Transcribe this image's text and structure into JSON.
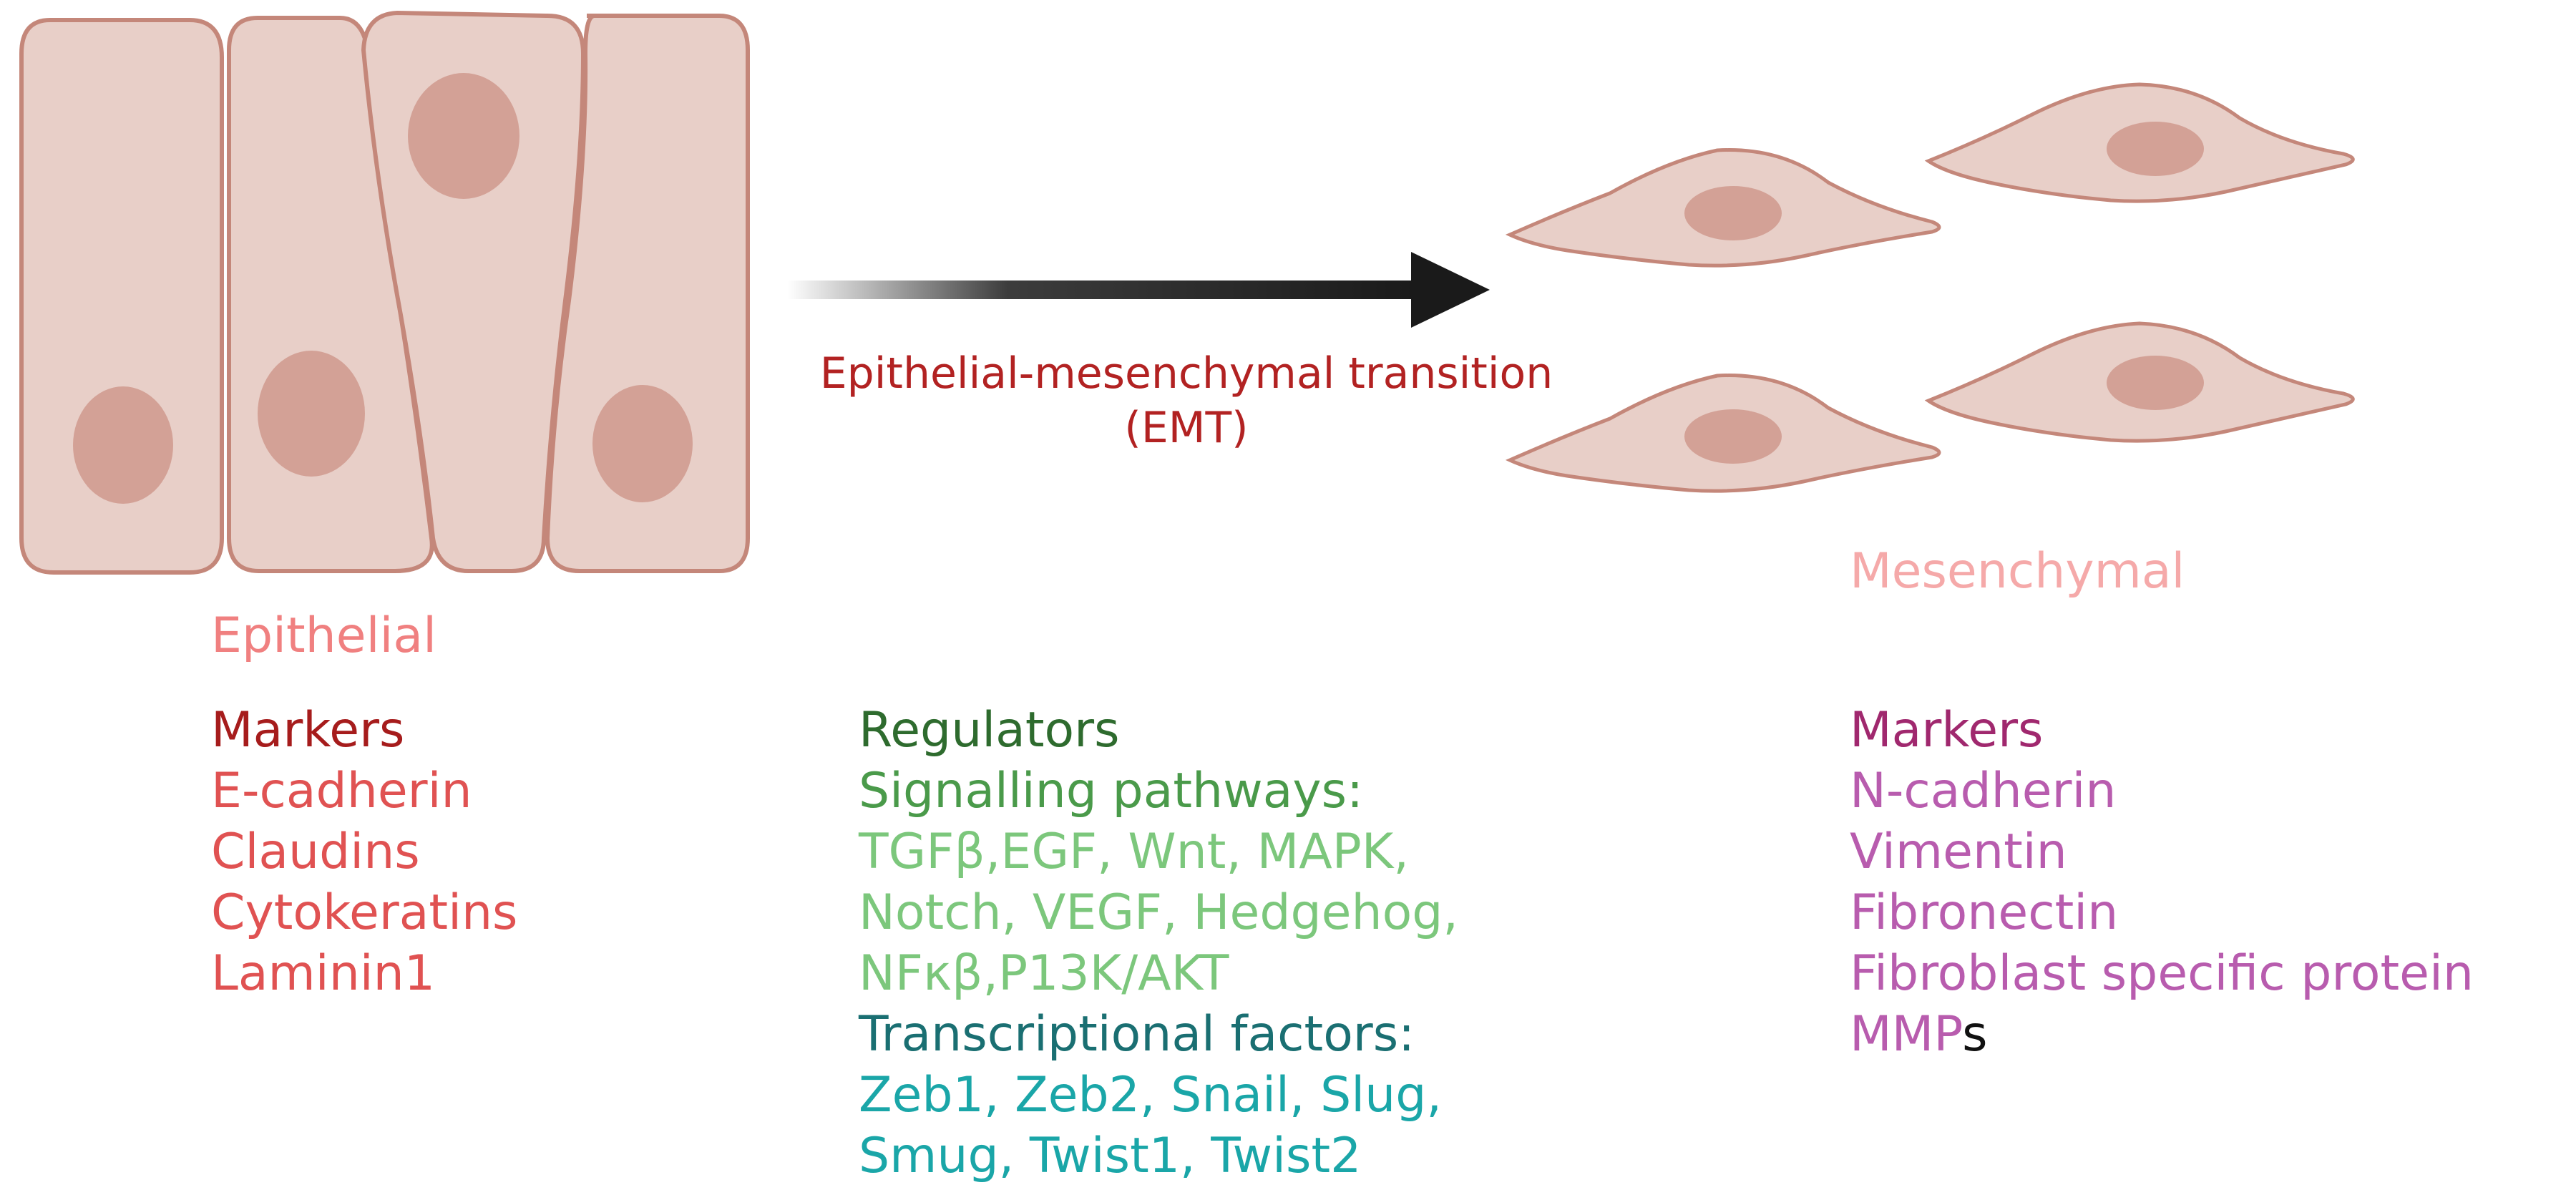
{
  "colors": {
    "cell_fill": "#e8cfc8",
    "cell_stroke": "#c4877a",
    "nucleus_fill": "#d3a196",
    "arrow": "#1a1a1a",
    "transition_text": "#b22222",
    "epithelial_title": "#f08080",
    "mesenchymal_title": "#f5a9a9",
    "epithelial_markers_heading": "#a61c1c",
    "epithelial_markers_items": "#e05252",
    "regulators_heading": "#2e6b2e",
    "signalling_heading": "#4a9a4a",
    "signalling_items": "#7cc77c",
    "transcriptional_heading": "#1a6f72",
    "transcriptional_items": "#1aa6a8",
    "mesenchymal_markers_heading": "#a0286e",
    "mesenchymal_markers_items": "#b85cae",
    "plain_text": "#111111"
  },
  "transition": {
    "line1": "Epithelial-mesenchymal transition",
    "line2": "(EMT)"
  },
  "epithelial": {
    "title": "Epithelial",
    "markers_heading": "Markers",
    "markers": [
      "E-cadherin",
      "Claudins",
      "Cytokeratins",
      "Laminin1"
    ]
  },
  "mesenchymal": {
    "title": "Mesenchymal",
    "markers_heading": "Markers",
    "markers": [
      "N-cadherin",
      "Vimentin",
      "Fibronectin",
      "Fibroblast specific protein"
    ],
    "last_marker_colored": "MMP",
    "last_marker_suffix": "s"
  },
  "regulators": {
    "heading": "Regulators",
    "signalling_heading": "Signalling pathways:",
    "signalling_lines": [
      "TGFβ,EGF, Wnt, MAPK,",
      "Notch, VEGF, Hedgehog,",
      "NFκβ,P13K/AKT"
    ],
    "transcriptional_heading": "Transcriptional factors:",
    "transcriptional_lines": [
      "Zeb1, Zeb2, Snail, Slug,",
      "Smug, Twist1, Twist2"
    ]
  }
}
